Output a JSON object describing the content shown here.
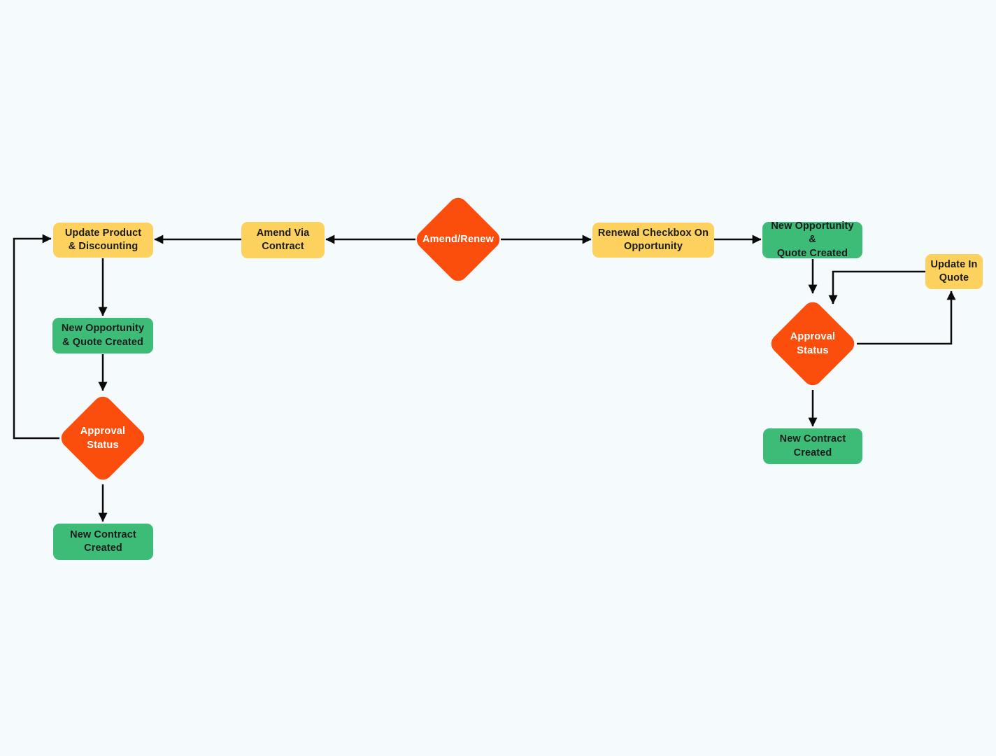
{
  "diagram": {
    "type": "flowchart",
    "colors": {
      "background": "#F5FAFD",
      "decision_orange": "#FB4E0D",
      "process_yellow": "#FCD15E",
      "result_green": "#3DBC77",
      "connector_black": "#0A0A0A",
      "text_dark": "#1C1C1C",
      "text_light": "#FFFFFF"
    },
    "nodes": {
      "amend_renew": {
        "type": "decision",
        "label": "Amend/Renew"
      },
      "amend_via_contract": {
        "type": "process",
        "lines": [
          "Amend Via",
          "Contract"
        ]
      },
      "update_product": {
        "type": "process",
        "lines": [
          "Update Product",
          "& Discounting"
        ]
      },
      "new_opportunity_left": {
        "type": "result",
        "lines": [
          "New Opportunity",
          "& Quote Created"
        ]
      },
      "approval_status_left": {
        "type": "decision",
        "lines": [
          "Approval",
          "Status"
        ]
      },
      "new_contract_left": {
        "type": "result",
        "lines": [
          "New Contract",
          "Created"
        ]
      },
      "renewal_checkbox": {
        "type": "process",
        "lines": [
          "Renewal Checkbox On",
          "Opportunity"
        ]
      },
      "new_opportunity_right": {
        "type": "result",
        "lines": [
          "New Opportunity &",
          "Quote Created"
        ]
      },
      "approval_status_right": {
        "type": "decision",
        "lines": [
          "Approval",
          "Status"
        ]
      },
      "update_in_quote": {
        "type": "process",
        "lines": [
          "Update In",
          "Quote"
        ]
      },
      "new_contract_right": {
        "type": "result",
        "lines": [
          "New Contract",
          "Created"
        ]
      }
    },
    "edges": [
      {
        "from": "amend_renew",
        "to": "amend_via_contract"
      },
      {
        "from": "amend_via_contract",
        "to": "update_product"
      },
      {
        "from": "update_product",
        "to": "new_opportunity_left"
      },
      {
        "from": "new_opportunity_left",
        "to": "approval_status_left"
      },
      {
        "from": "approval_status_left",
        "to": "new_contract_left"
      },
      {
        "from": "approval_status_left",
        "to": "update_product"
      },
      {
        "from": "amend_renew",
        "to": "renewal_checkbox"
      },
      {
        "from": "renewal_checkbox",
        "to": "new_opportunity_right"
      },
      {
        "from": "new_opportunity_right",
        "to": "approval_status_right"
      },
      {
        "from": "approval_status_right",
        "to": "new_contract_right"
      },
      {
        "from": "approval_status_right",
        "to": "update_in_quote"
      },
      {
        "from": "update_in_quote",
        "to": "approval_status_right"
      }
    ]
  }
}
